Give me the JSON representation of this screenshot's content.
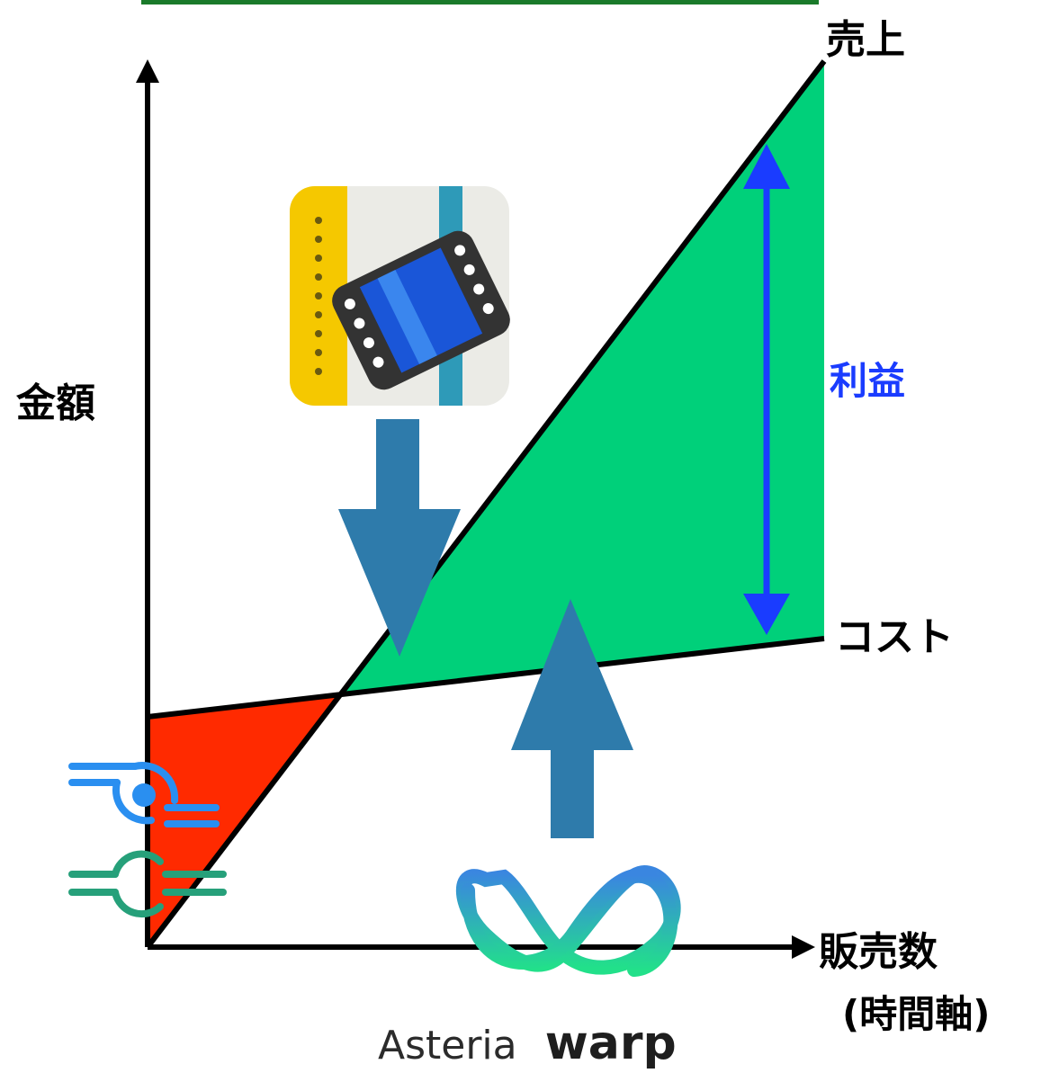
{
  "labels": {
    "sales": "売上",
    "cost": "コスト",
    "profit": "利益",
    "amount": "金額",
    "quantity": "販売数",
    "time_axis": "(時間軸)"
  },
  "logo": {
    "brand_name": "Asteria",
    "product_name": "warp"
  },
  "icons": {
    "app_icon": "film-clip-app-icon",
    "left_logo": "service-logo-icon",
    "wave_logo": "asteria-warp-wave-icon"
  },
  "colors": {
    "profit_area": "#00d07a",
    "loss_area": "#ff2a00",
    "profit_arrow": "#1a3cff",
    "big_arrows": "#2e7bab",
    "top_bar": "#1a7a2a"
  }
}
